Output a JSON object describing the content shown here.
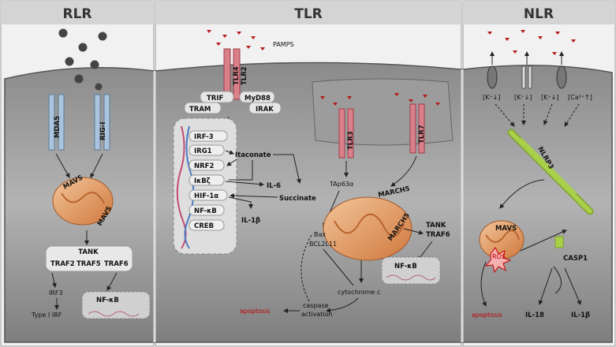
{
  "panels": {
    "rlr": {
      "title": "RLR"
    },
    "tlr": {
      "title": "TLR"
    },
    "nlr": {
      "title": "NLR"
    }
  },
  "rlr": {
    "receptors": [
      "MDA5",
      "RIG-I"
    ],
    "mavs_top": "MAVS",
    "mavs_side": "MAVS",
    "tank": "TANK",
    "traf2": "TRAF2",
    "traf5": "TRAF5",
    "traf6": "TRAF6",
    "irf3": "IRF3",
    "type1irf": "Type I IRF",
    "nfkb": "NF-κB"
  },
  "tlr": {
    "pamps": "PAMPS",
    "tlr4": "TLR4",
    "tlr2": "TLR2",
    "trif": "TRIF",
    "myd88": "MyD88",
    "tram": "TRAM",
    "irak": "IRAK",
    "genes": [
      "IRF-3",
      "IRG1",
      "NRF2",
      "IκBζ",
      "HIF-1α",
      "NF-κB",
      "CREB"
    ],
    "itaconate": "Itaconate",
    "il6": "IL-6",
    "succinate": "Succinate",
    "il1b": "IL-1β",
    "tlr3": "TLR3",
    "tlr7": "TLR7",
    "tap63": "TAp63α",
    "march5_a": "MARCH5",
    "march5_b": "MARCH5",
    "tank": "TANK",
    "traf6": "TRAF6",
    "nfkb": "NF-κB",
    "bax": "Bax",
    "bcl2l11": "BCL2L11",
    "cytc": "cytochrome c",
    "caspase": "caspase",
    "activation": "activation",
    "apoptosis": "apoptosis"
  },
  "nlr": {
    "k1": "[K⁺↓]",
    "k2": "[K⁺↓]",
    "k3": "[K⁺↓]",
    "ca": "[Ca²⁺↑]",
    "nlrp3": "NLRP3",
    "mavs": "MAVS",
    "ros": "ROS",
    "casp1": "CASP1",
    "apoptosis": "apoptosis",
    "il18": "IL-18",
    "il1b": "IL-1β"
  },
  "colors": {
    "header_bg": "#d4d4d4",
    "cell_dark": "#7a7a7a",
    "cell_mid": "#a6a6a6",
    "receptor_red": "#d9808a",
    "receptor_blue": "#a9c4dc",
    "mito_orange": "#e8a36b",
    "nlrp3_green": "#9cc43c",
    "apoptosis_red": "#c00000"
  }
}
